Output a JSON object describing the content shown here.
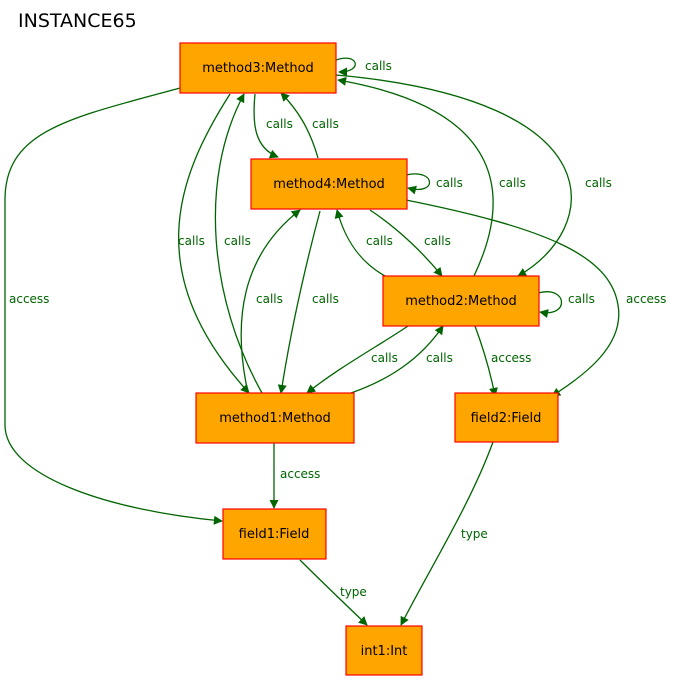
{
  "title": "INSTANCE65",
  "colors": {
    "node_fill": "#ffa500",
    "node_border": "#ff0000",
    "edge": "#006400"
  },
  "nodes": {
    "method3": "method3:Method",
    "method4": "method4:Method",
    "method2": "method2:Method",
    "method1": "method1:Method",
    "field2": "field2:Field",
    "field1": "field1:Field",
    "int1": "int1:Int"
  },
  "edges": [
    {
      "from": "method3",
      "to": "method3",
      "label": "calls"
    },
    {
      "from": "method3",
      "to": "method4",
      "label": "calls"
    },
    {
      "from": "method4",
      "to": "method3",
      "label": "calls"
    },
    {
      "from": "method4",
      "to": "method4",
      "label": "calls"
    },
    {
      "from": "method3",
      "to": "method1",
      "label": "calls"
    },
    {
      "from": "method1",
      "to": "method3",
      "label": "calls"
    },
    {
      "from": "method1",
      "to": "method4",
      "label": "calls"
    },
    {
      "from": "method4",
      "to": "method1",
      "label": "calls"
    },
    {
      "from": "method2",
      "to": "method3",
      "label": "calls"
    },
    {
      "from": "method3",
      "to": "method2",
      "label": "calls"
    },
    {
      "from": "method2",
      "to": "method4",
      "label": "calls"
    },
    {
      "from": "method4",
      "to": "method2",
      "label": "calls"
    },
    {
      "from": "method2",
      "to": "method2",
      "label": "calls"
    },
    {
      "from": "method2",
      "to": "method1",
      "label": "calls"
    },
    {
      "from": "method1",
      "to": "method2",
      "label": "calls"
    },
    {
      "from": "method3",
      "to": "field1",
      "label": "access"
    },
    {
      "from": "method4",
      "to": "field2",
      "label": "access"
    },
    {
      "from": "method2",
      "to": "field2",
      "label": "access"
    },
    {
      "from": "method1",
      "to": "field1",
      "label": "access"
    },
    {
      "from": "field2",
      "to": "int1",
      "label": "type"
    },
    {
      "from": "field1",
      "to": "int1",
      "label": "type"
    }
  ]
}
